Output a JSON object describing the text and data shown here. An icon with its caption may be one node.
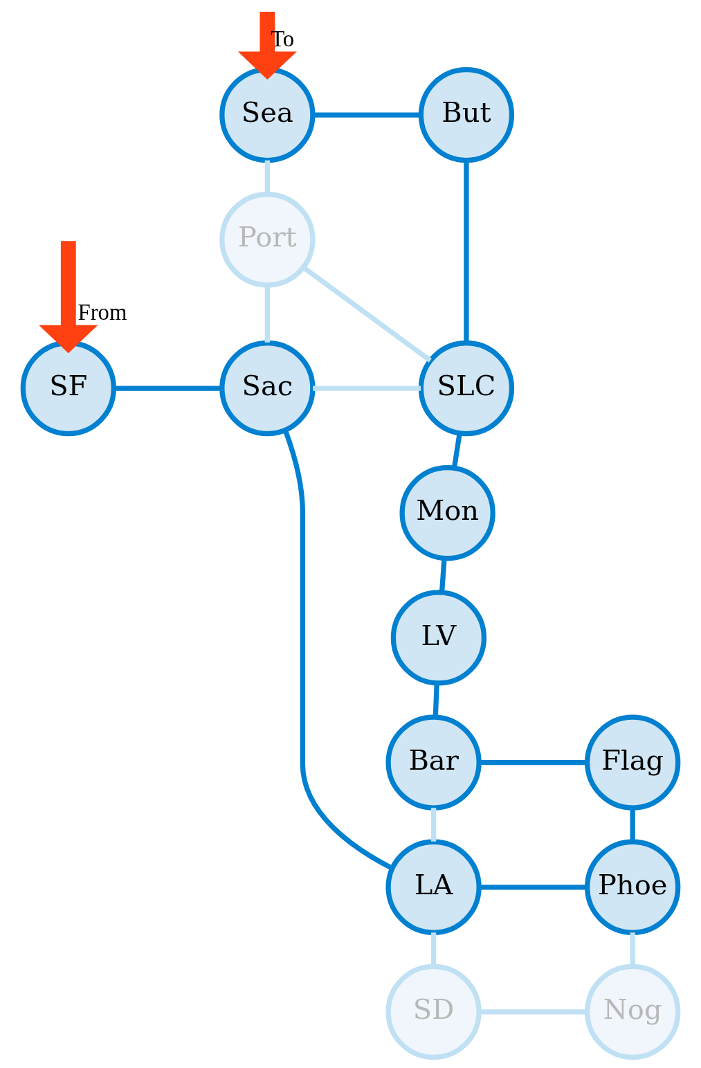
{
  "diagram": {
    "nodes": [
      {
        "text": [
          "Sea"
        ]
      },
      {
        "text": [
          "But"
        ]
      },
      {
        "text": [
          "Port"
        ]
      },
      {
        "text": [
          "SF"
        ]
      },
      {
        "text": [
          "Sac"
        ]
      },
      {
        "text": [
          "SLC"
        ]
      },
      {
        "text": [
          "Mon"
        ]
      },
      {
        "text": [
          "LV"
        ]
      },
      {
        "text": [
          "Bar"
        ]
      },
      {
        "text": [
          "Flag"
        ]
      },
      {
        "text": [
          "LA"
        ]
      },
      {
        "text": [
          "Phoe"
        ]
      },
      {
        "text": [
          "SD"
        ]
      },
      {
        "text": [
          "Nog"
        ]
      }
    ],
    "edges": [
      {
        "from": null,
        "to": 0,
        "arrow": "to",
        "label": "To",
        "style": "thick",
        "color": "#ff4010"
      },
      {
        "from": null,
        "to": 3,
        "arrow": "to",
        "label": "From",
        "style": "thick",
        "color": "#ff4010"
      },
      {
        "from": 0,
        "to": 1,
        "arrow": "none"
      },
      {
        "from": 0,
        "to": 2,
        "arrow": "none",
        "color": "#c0e0f4"
      },
      {
        "from": 2,
        "to": 4,
        "arrow": "none",
        "color": "#c0e0f4"
      },
      {
        "from": 2,
        "to": 5,
        "arrow": "none",
        "color": "#c0e0f4"
      },
      {
        "from": 1,
        "to": 5,
        "arrow": "none"
      },
      {
        "from": 3,
        "to": 4,
        "arrow": "none"
      },
      {
        "from": 4,
        "to": 5,
        "arrow": "none",
        "color": "#c0e0f4"
      },
      {
        "from": 4,
        "to": 10,
        "arrow": "none"
      },
      {
        "from": 5,
        "to": 6,
        "arrow": "none"
      },
      {
        "from": 6,
        "to": 7,
        "arrow": "none"
      },
      {
        "from": 7,
        "to": 8,
        "arrow": "none"
      },
      {
        "from": 8,
        "to": 9,
        "arrow": "none"
      },
      {
        "from": 8,
        "to": 10,
        "arrow": "none",
        "color": "#c0e0f4"
      },
      {
        "from": 9,
        "to": 11,
        "arrow": "none"
      },
      {
        "from": 10,
        "to": 11,
        "arrow": "none"
      },
      {
        "from": 10,
        "to": 12,
        "arrow": "none",
        "color": "#c0e0f4"
      },
      {
        "from": 11,
        "to": 13,
        "arrow": "none",
        "color": "#c0e0f4"
      },
      {
        "from": 12,
        "to": 13,
        "arrow": "none",
        "color": "#c0e0f4"
      }
    ]
  }
}
